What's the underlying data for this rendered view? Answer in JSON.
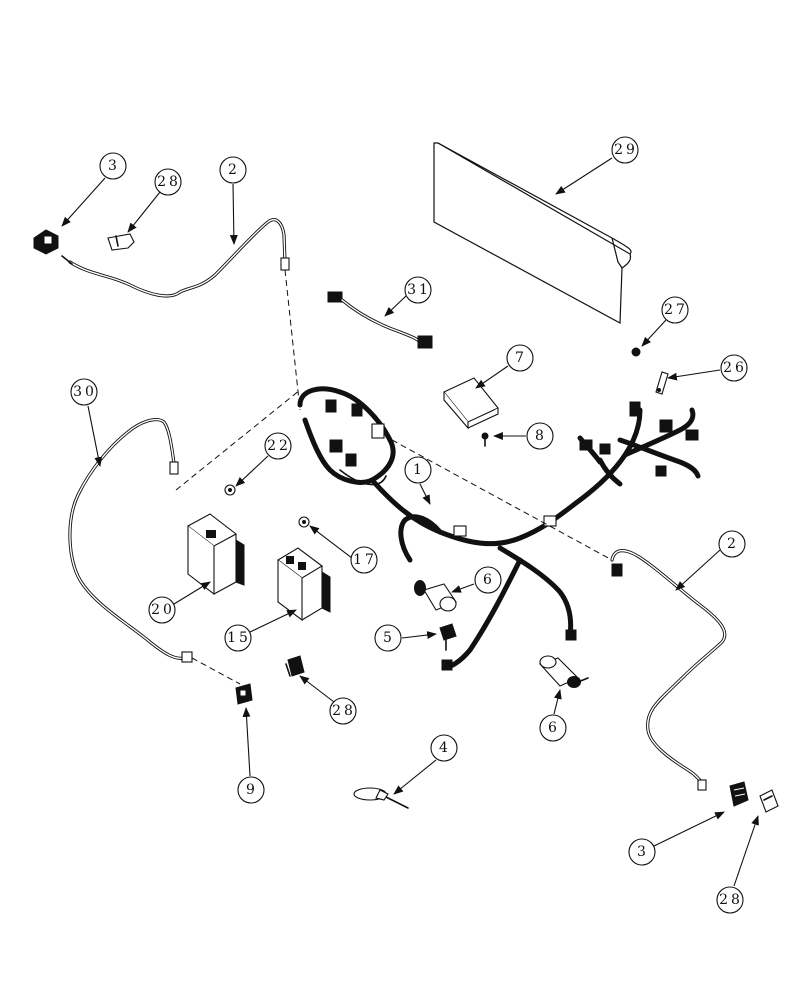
{
  "diagram": {
    "callouts": [
      {
        "id": "c3a",
        "label": "3"
      },
      {
        "id": "c28a",
        "label": "28"
      },
      {
        "id": "c2a",
        "label": "2"
      },
      {
        "id": "c29",
        "label": "29"
      },
      {
        "id": "c31",
        "label": "31"
      },
      {
        "id": "c27",
        "label": "27"
      },
      {
        "id": "c7",
        "label": "7"
      },
      {
        "id": "c26",
        "label": "26"
      },
      {
        "id": "c8",
        "label": "8"
      },
      {
        "id": "c30",
        "label": "30"
      },
      {
        "id": "c22",
        "label": "22"
      },
      {
        "id": "c1",
        "label": "1"
      },
      {
        "id": "c2b",
        "label": "2"
      },
      {
        "id": "c17",
        "label": "17"
      },
      {
        "id": "c6a",
        "label": "6"
      },
      {
        "id": "c20",
        "label": "20"
      },
      {
        "id": "c15",
        "label": "15"
      },
      {
        "id": "c5",
        "label": "5"
      },
      {
        "id": "c28b",
        "label": "28"
      },
      {
        "id": "c6b",
        "label": "6"
      },
      {
        "id": "c4",
        "label": "4"
      },
      {
        "id": "c9",
        "label": "9"
      },
      {
        "id": "c3b",
        "label": "3"
      },
      {
        "id": "c28c",
        "label": "28"
      }
    ]
  }
}
